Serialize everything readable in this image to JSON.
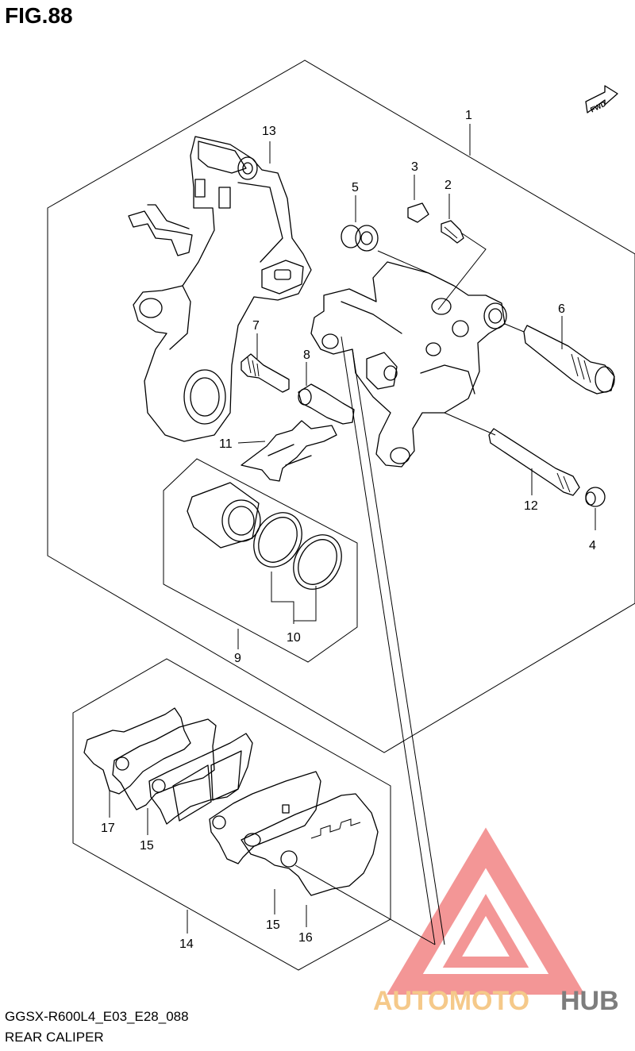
{
  "figure": {
    "title": "FIG.88",
    "code": "GGSX-R600L4_E03_E28_088",
    "name": "REAR CALIPER"
  },
  "direction_tag": "FWD",
  "callouts": {
    "c1": "1",
    "c2": "2",
    "c3": "3",
    "c4": "4",
    "c5": "5",
    "c6": "6",
    "c7": "7",
    "c8": "8",
    "c9": "9",
    "c10": "10",
    "c11": "11",
    "c12": "12",
    "c13": "13",
    "c14": "14",
    "c15a": "15",
    "c15b": "15",
    "c16": "16",
    "c17": "17"
  },
  "watermark": {
    "brand_part1": "AUTOMOTO",
    "brand_part2": "HUB",
    "colors": {
      "triangle": "#f08a8a",
      "accent": "#f5c98a",
      "gray": "#7d7d7d"
    }
  }
}
